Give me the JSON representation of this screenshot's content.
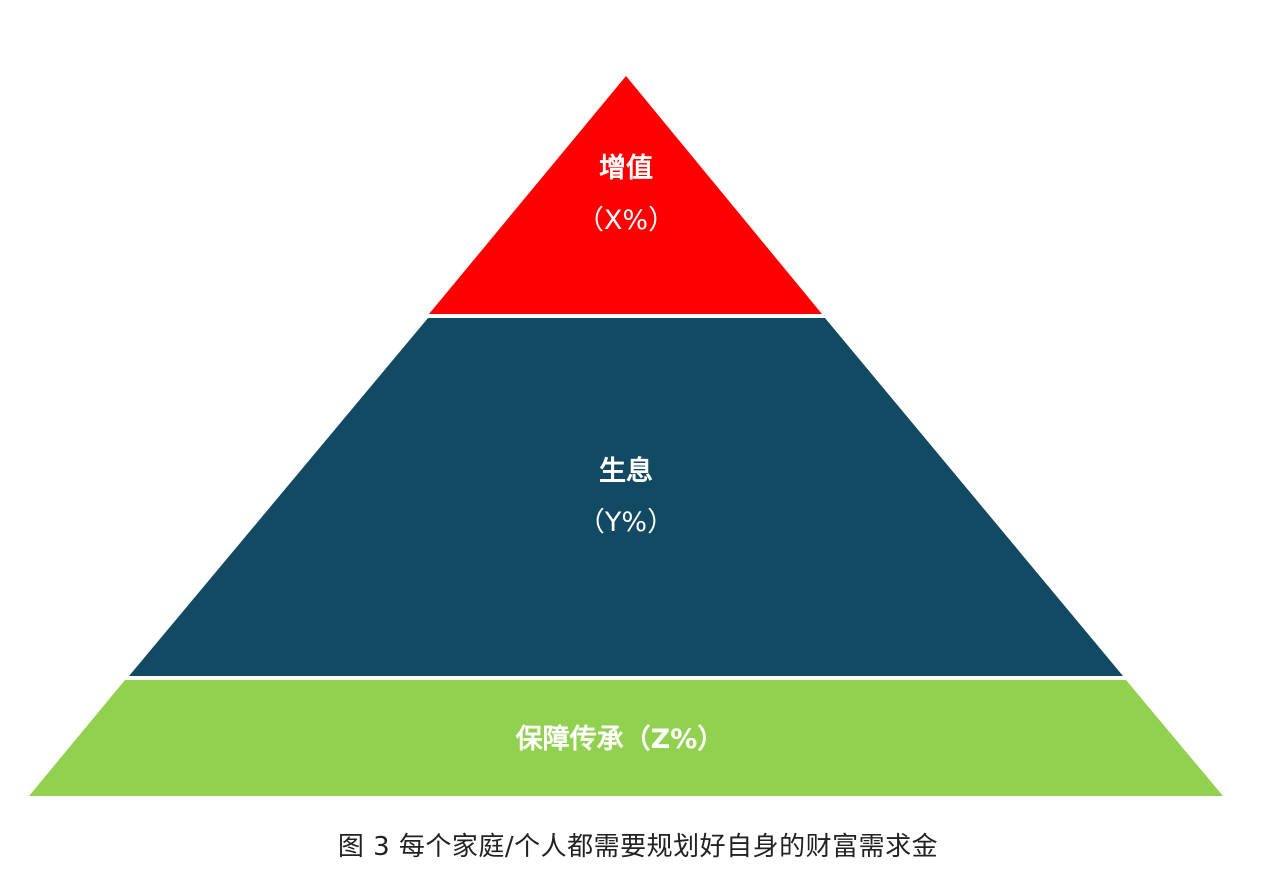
{
  "diagram": {
    "tiers": [
      {
        "label": "增值",
        "sub": "（X%）",
        "color": "#ff0000"
      },
      {
        "label": "生息",
        "sub": "（Y%）",
        "color": "#134a63"
      },
      {
        "label": "保障传承（Z%）",
        "color": "#92d050"
      }
    ],
    "caption": "图 3  每个家庭/个人都需要规划好自身的财富需求金"
  }
}
